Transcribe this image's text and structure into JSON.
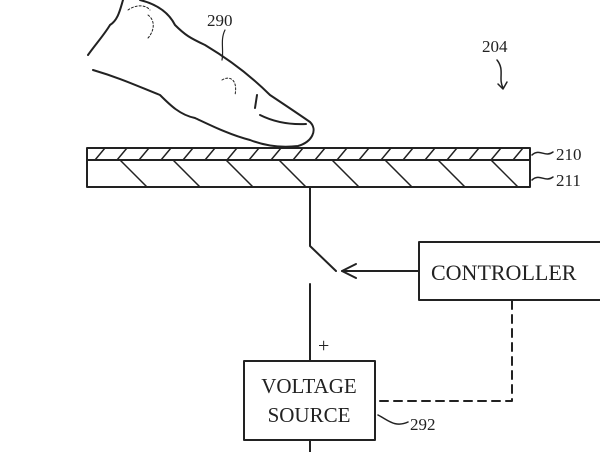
{
  "labels": {
    "finger": "290",
    "device": "204",
    "top_layer": "210",
    "bottom_layer": "211",
    "voltage_ref": "292",
    "plus": "+"
  },
  "blocks": {
    "controller": "CONTROLLER",
    "voltage_line1": "VOLTAGE",
    "voltage_line2": "SOURCE"
  }
}
